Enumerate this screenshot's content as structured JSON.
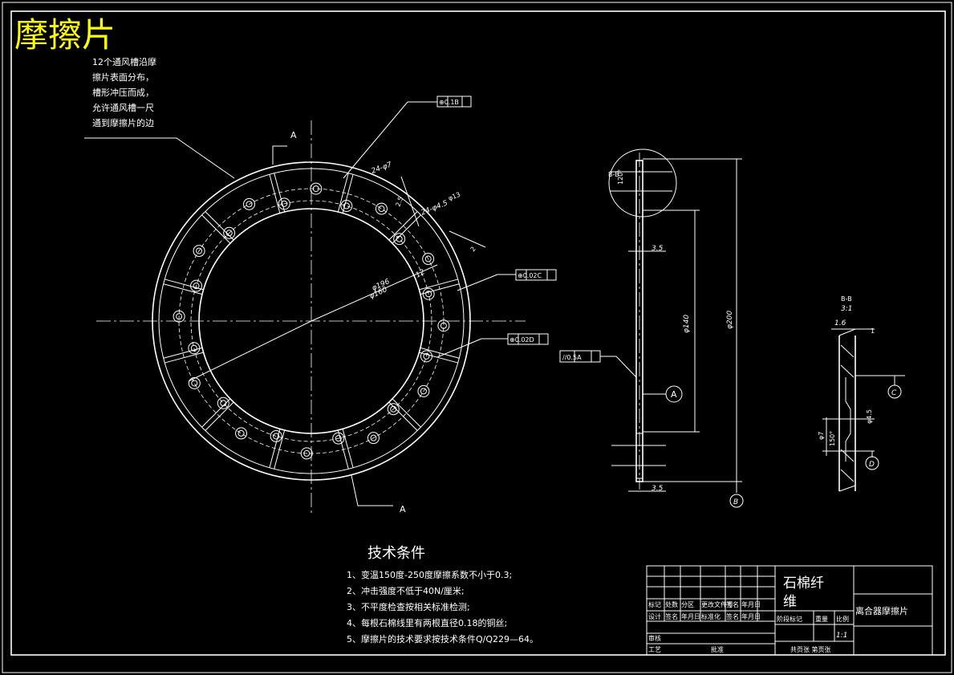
{
  "title": "摩擦片",
  "note_lines": [
    "12个通风槽沿摩",
    "擦片表面分布，",
    "槽形冲压而成，",
    "允许通风槽一尺",
    "通到摩擦片的边"
  ],
  "section_mark": "A",
  "tolerances": {
    "position_B": "⊕0.1B",
    "position_C": "⊕0.02C",
    "position_D": "⊕0.02D",
    "parallel_A": "//0.5A"
  },
  "dimensions": {
    "holes_outer": "24-φ7",
    "holes_inner": "24-φ4.5",
    "counterbore": "φ13",
    "dia_196": "φ196",
    "dia_160": "φ160",
    "r12": "12",
    "r2": "2",
    "r2_5": "2.5",
    "dia_140": "φ140",
    "dia_200": "φ200",
    "thick_3_5a": "3.5",
    "thick_3_5b": "3.5",
    "detail_1_6": "1.6",
    "detail_1": "1",
    "detail_d7": "φ7",
    "detail_d4_5": "φ4.5",
    "angle_120": "120°",
    "detail_150": "150°"
  },
  "datums": [
    "A",
    "B",
    "C",
    "D"
  ],
  "view_label": "B-B",
  "detail_label": "B-B",
  "detail_scale": "3:1",
  "tech_title": "技术条件",
  "tech_items": [
    "1、变温150度-250度摩擦系数不小于0.3;",
    "2、冲击强度不低于40N/厘米;",
    "3、不平度检查按相关标准检测;",
    "4、每根石棉线里有两根直径0.18的铜丝;",
    "5、摩擦片的技术要求按技术条件Q/Q229—64。"
  ],
  "title_block": {
    "material": "石棉纤维",
    "part_name": "离合器摩擦片",
    "row_labels_1": [
      "标记",
      "处数",
      "分区",
      "更改文件号",
      "签名",
      "年月日"
    ],
    "row_labels_2": [
      "设计",
      "签名",
      "年月日",
      "标准化",
      "签名",
      "年月日"
    ],
    "stage_labels": [
      "阶段标记",
      "重量",
      "比例"
    ],
    "scale": "1:1",
    "review": "审核",
    "process": "工艺",
    "approve": "批准",
    "sheets": "共页张 第页张"
  }
}
